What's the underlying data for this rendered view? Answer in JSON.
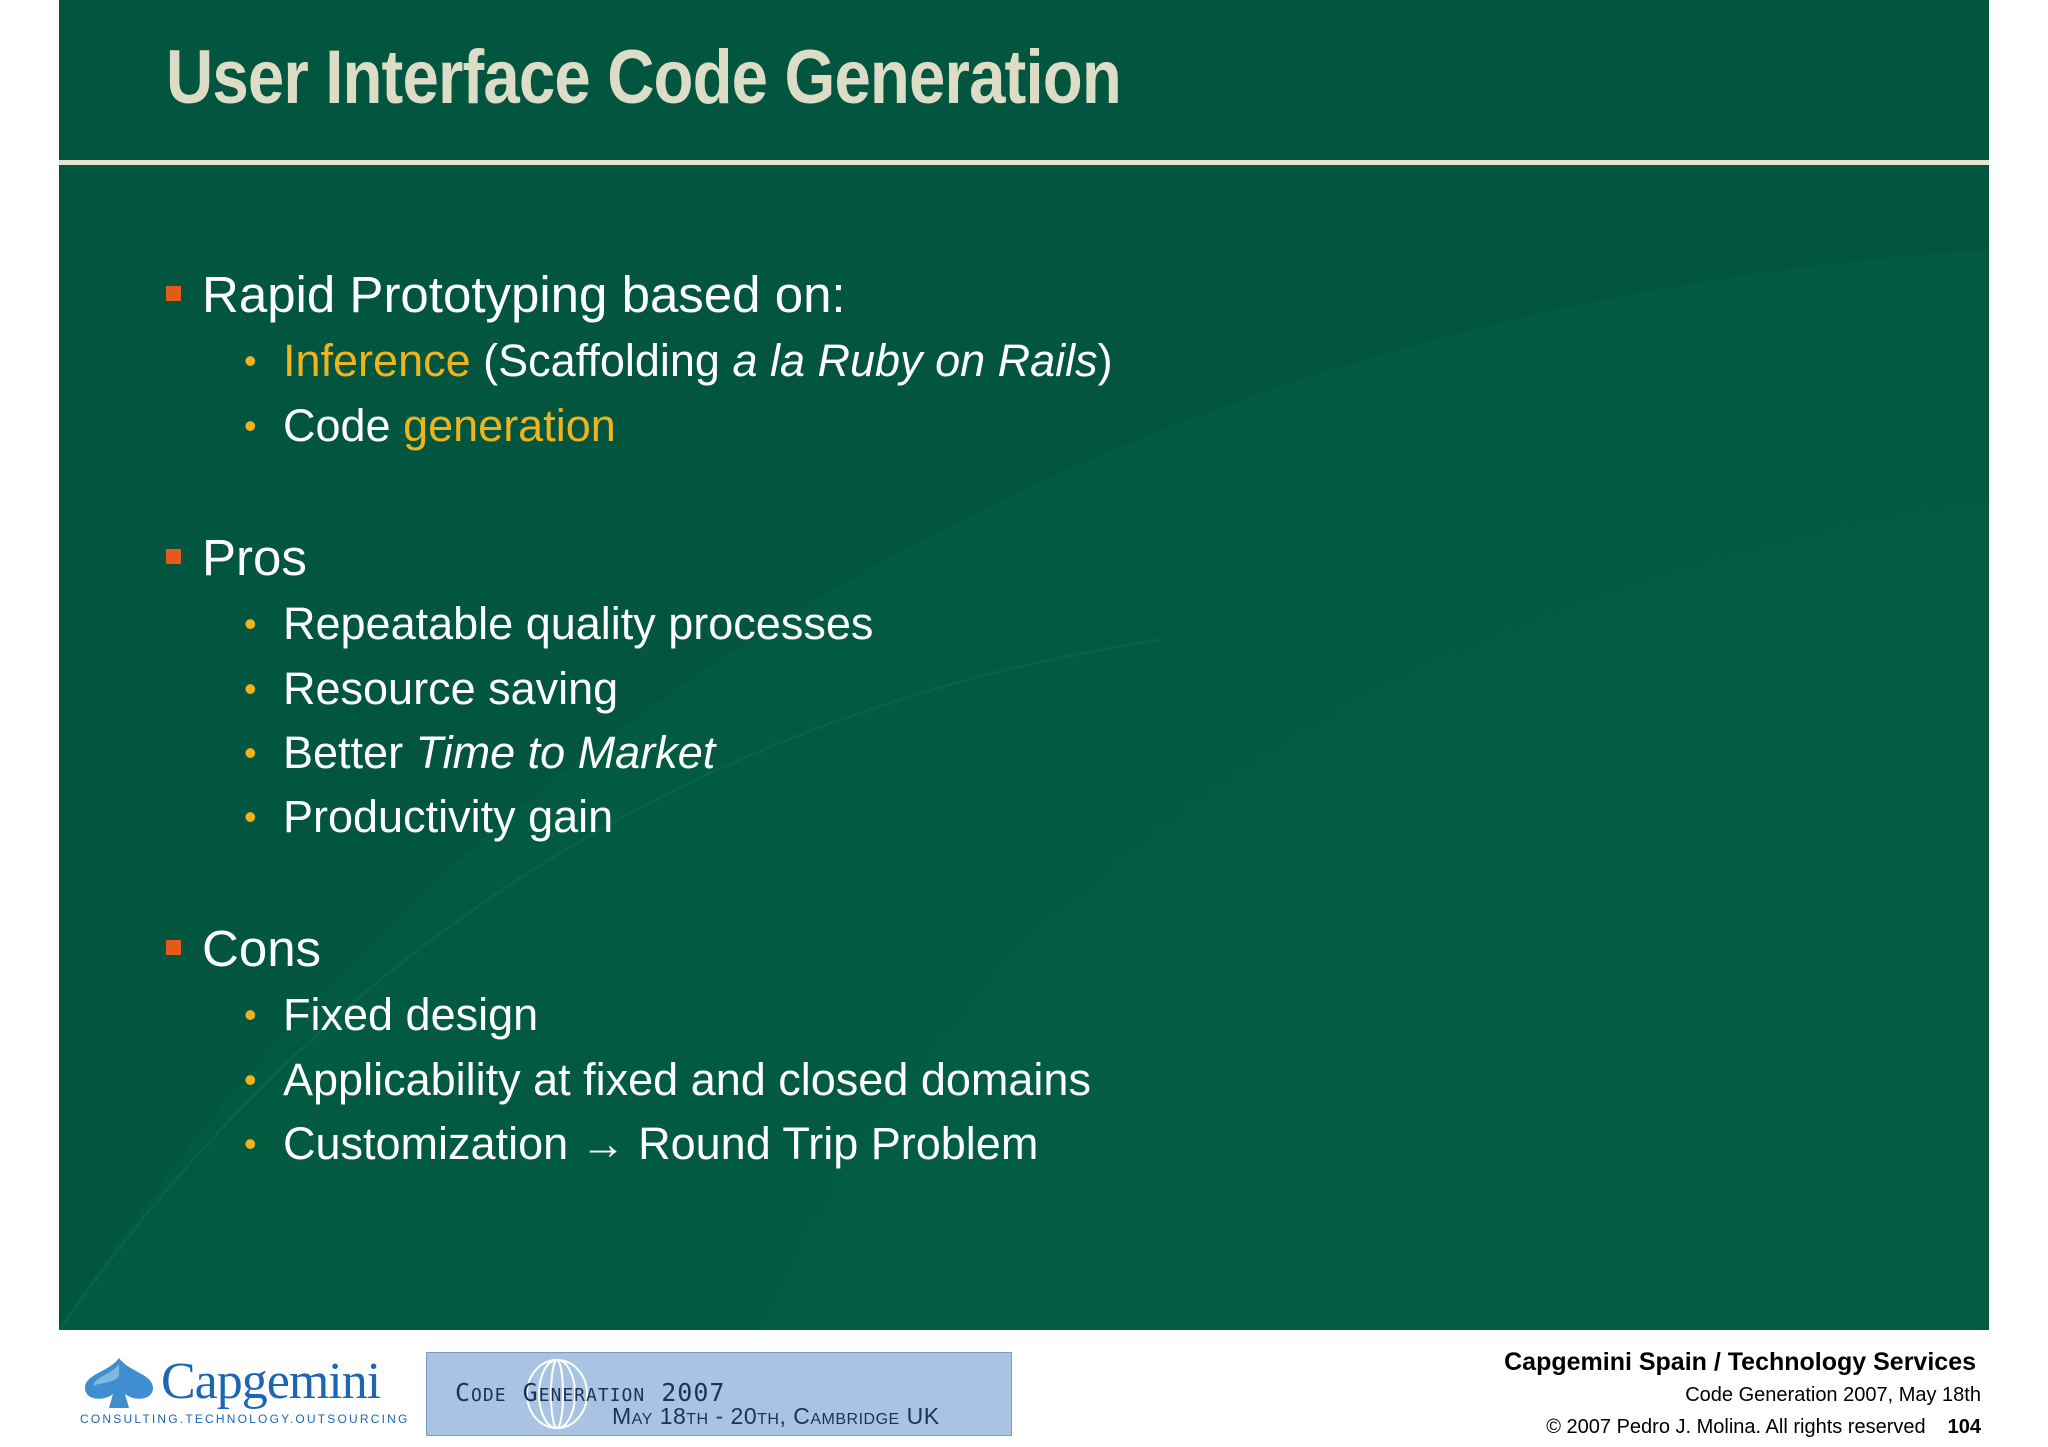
{
  "slide": {
    "title": "User Interface Code Generation",
    "sections": [
      {
        "heading": "Rapid Prototyping based on:",
        "items": [
          {
            "highlight": "Inference",
            "mid": " (Scaffolding ",
            "italic": "a la Ruby on Rails",
            "end": ")"
          },
          {
            "plain": "Code ",
            "highlight": "generation"
          }
        ]
      },
      {
        "heading": "Pros",
        "items": [
          {
            "plain": "Repeatable quality processes"
          },
          {
            "plain": "Resource saving"
          },
          {
            "plain": "Better ",
            "italic": "Time to Market"
          },
          {
            "plain": "Productivity gain"
          }
        ]
      },
      {
        "heading": "Cons",
        "items": [
          {
            "plain": "Fixed design"
          },
          {
            "plain": "Applicability at fixed and closed domains"
          },
          {
            "plain": "Customization ",
            "arrow": "→",
            "end": " Round Trip Problem"
          }
        ]
      }
    ]
  },
  "footer": {
    "logo": {
      "name": "Capgemini",
      "tagline": "CONSULTING.TECHNOLOGY.OUTSOURCING"
    },
    "banner": {
      "title": "Code Generation 2007",
      "dates": "May 18th - 20th, Cambridge UK"
    },
    "company": "Capgemini Spain / Technology Services",
    "event": "Code Generation 2007, May 18th",
    "copyright": "© 2007 Pedro J. Molina. All rights reserved",
    "page_number": "104"
  },
  "colors": {
    "background": "#02563f",
    "title": "#ddddc7",
    "highlight": "#f0b31c",
    "square_bullet": "#e35a1a",
    "logo_blue": "#1d66b1"
  }
}
